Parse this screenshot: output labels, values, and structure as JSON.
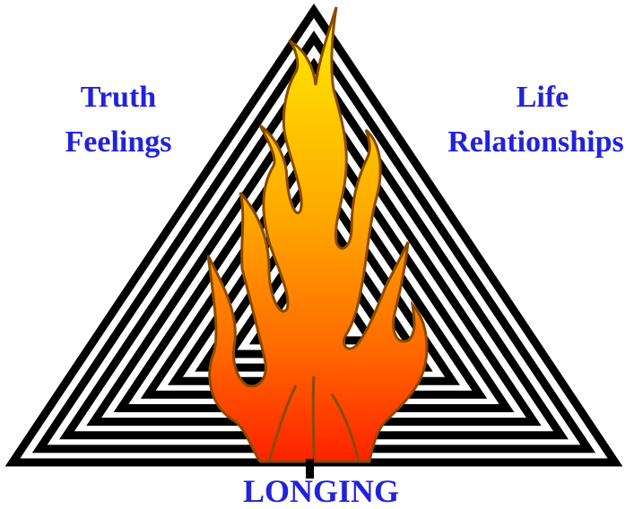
{
  "labels": {
    "top_left": [
      "Truth",
      "Feelings"
    ],
    "top_right": [
      "Life",
      "Relationships"
    ],
    "bottom": "LONGING"
  },
  "colors": {
    "label": "#2222dd",
    "maze_stroke": "#000000",
    "flame_top": "#ffee00",
    "flame_mid": "#ff9900",
    "flame_bottom": "#ff2200",
    "flame_outline": "#8a4a00"
  },
  "icons": {
    "arrow": "up-arrow-icon",
    "flame": "flame-icon"
  }
}
